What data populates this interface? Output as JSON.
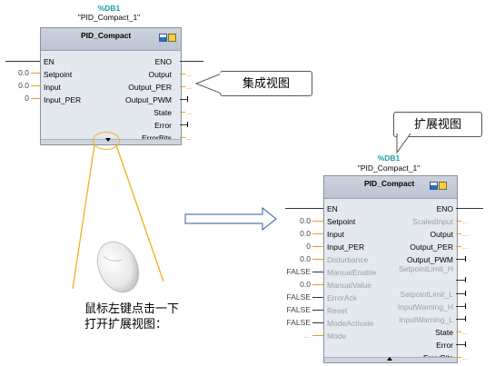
{
  "compact": {
    "db": "%DB1",
    "instance": "\"PID_Compact_1\"",
    "type": "PID_Compact",
    "en": "EN",
    "eno": "ENO",
    "inputs": [
      {
        "label": "Setpoint",
        "value": "0.0"
      },
      {
        "label": "Input",
        "value": "0.0"
      },
      {
        "label": "Input_PER",
        "value": "0"
      }
    ],
    "outputs": [
      "Output",
      "Output_PER",
      "Output_PWM",
      "State",
      "Error",
      "ErrorBits"
    ],
    "output_dots": "..."
  },
  "extended": {
    "db": "%DB1",
    "instance": "\"PID_Compact_1\"",
    "type": "PID_Compact",
    "en": "EN",
    "eno": "ENO",
    "inputs": [
      {
        "label": "Setpoint",
        "value": "0.0"
      },
      {
        "label": "Input",
        "value": "0.0"
      },
      {
        "label": "Input_PER",
        "value": "0"
      },
      {
        "label": "Disturbance",
        "value": "0.0"
      },
      {
        "label": "ManualEnable",
        "value": "FALSE"
      },
      {
        "label": "ManualValue",
        "value": "0.0"
      },
      {
        "label": "ErrorAck",
        "value": "FALSE"
      },
      {
        "label": "Reset",
        "value": "FALSE"
      },
      {
        "label": "ModeActivate",
        "value": "FALSE"
      },
      {
        "label": "Mode",
        "value": "..."
      }
    ],
    "outputs": [
      "ScaledInput",
      "Output",
      "Output_PER",
      "Output_PWM",
      "SetpointLimit_H",
      "SetpointLimit_L",
      "InputWarning_H",
      "InputWarning_L",
      "State",
      "Error",
      "ErrorBits"
    ],
    "output_dots": "..."
  },
  "callout_integrated": "集成视图",
  "callout_extended": "扩展视图",
  "caption_line1": "鼠标左键点击一下",
  "caption_line2": "打开扩展视图："
}
